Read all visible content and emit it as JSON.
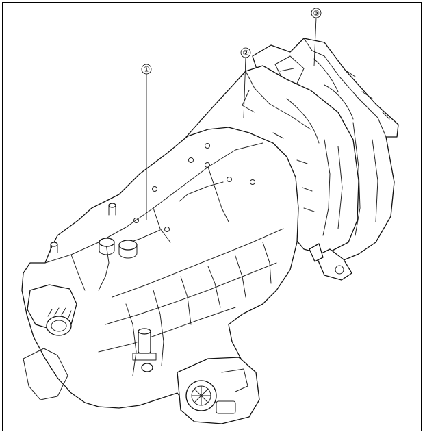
{
  "diagram": {
    "subject": "automatic-transmission-assembly",
    "callouts": [
      {
        "id": "1",
        "label": "①"
      },
      {
        "id": "2",
        "label": "②"
      },
      {
        "id": "3",
        "label": "③"
      }
    ]
  }
}
